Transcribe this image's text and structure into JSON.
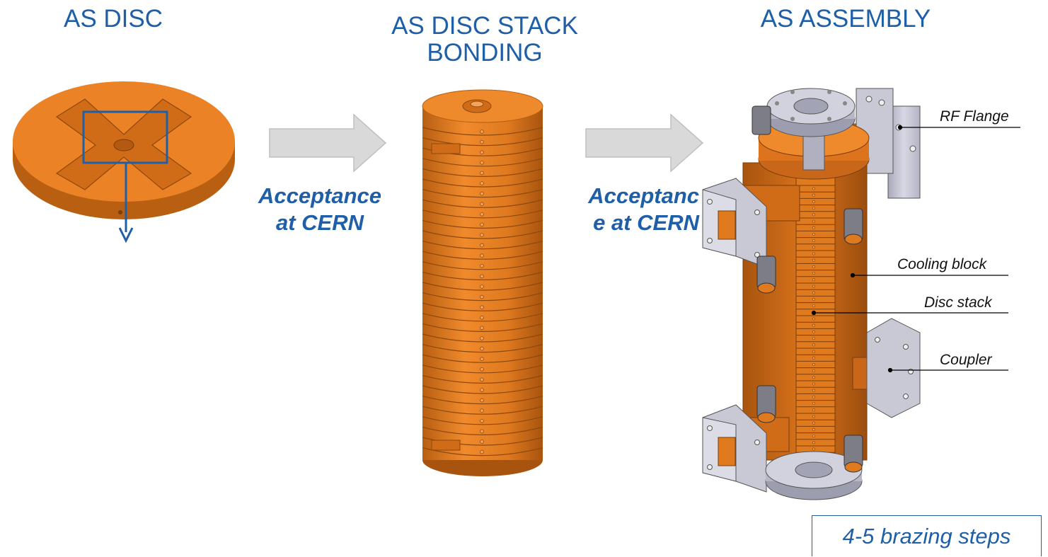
{
  "stages": [
    {
      "title": "AS DISC"
    },
    {
      "title_line1": "AS DISC STACK",
      "title_line2": "BONDING"
    },
    {
      "title": "AS ASSEMBLY"
    }
  ],
  "transitions": [
    {
      "line1": "Acceptance",
      "line2": "at CERN"
    },
    {
      "line1": "Acceptanc",
      "line2": "e at CERN"
    }
  ],
  "callouts": {
    "rf_flange": "RF Flange",
    "cooling_block": "Cooling block",
    "disc_stack": "Disc stack",
    "coupler": "Coupler"
  },
  "note": "4-5 brazing steps",
  "colors": {
    "title_blue": "#1f5fa8",
    "copper": "#e07a1f",
    "copper_dark": "#b85f12",
    "flange_grey": "#c9c9d6",
    "arrow_grey": "#d9d9d9"
  }
}
